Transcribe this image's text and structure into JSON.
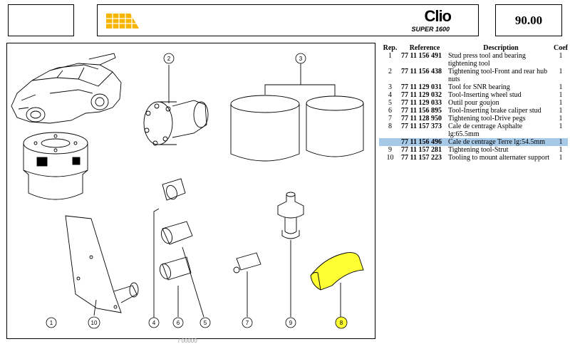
{
  "header": {
    "brand": "Clio",
    "sub": "SUPER 1600",
    "number": "90.00"
  },
  "table": {
    "headers": [
      "Rep.",
      "Reference",
      "Description",
      "Coef"
    ],
    "rows": [
      {
        "rep": "1",
        "ref": "77 11 156 491",
        "desc": "Stud press tool and bearing tightening tool",
        "coef": "1",
        "hl": false
      },
      {
        "rep": "2",
        "ref": "77 11 156 438",
        "desc": "Tightening tool-Front and rear hub nuts",
        "coef": "1",
        "hl": false
      },
      {
        "rep": "3",
        "ref": "77 11 129 031",
        "desc": "Tool for SNR bearing",
        "coef": "1",
        "hl": false
      },
      {
        "rep": "4",
        "ref": "77 11 129 032",
        "desc": "Tool-Inserting wheel stud",
        "coef": "1",
        "hl": false
      },
      {
        "rep": "5",
        "ref": "77 11 129 033",
        "desc": "Outil pour goujon",
        "coef": "1",
        "hl": false
      },
      {
        "rep": "6",
        "ref": "77 11 156 895",
        "desc": "Tool-Inserting brake caliper stud",
        "coef": "1",
        "hl": false
      },
      {
        "rep": "7",
        "ref": "77 11 128 950",
        "desc": "Tightening tool-Drive pegs",
        "coef": "1",
        "hl": false
      },
      {
        "rep": "8",
        "ref": "77 11 157 373",
        "desc": "Cale de centrage Asphalte lg:65.5mm",
        "coef": "1",
        "hl": false
      },
      {
        "rep": "",
        "ref": "77 11 156 496",
        "desc": "Cale de centrage Terre lg:54.5mm",
        "coef": "1",
        "hl": true
      },
      {
        "rep": "9",
        "ref": "77 11 157 281",
        "desc": "Tightening tool-Strut",
        "coef": "1",
        "hl": false
      },
      {
        "rep": "10",
        "ref": "77 11 157 223",
        "desc": "Tooling to mount alternater support",
        "coef": "1",
        "hl": false
      }
    ]
  },
  "callouts": [
    "1",
    "2",
    "3",
    "4",
    "5",
    "6",
    "7",
    "8",
    "9",
    "10"
  ],
  "colors": {
    "highlight_row": "#a6c9e8",
    "highlight_part": "#ffff33",
    "logo": "#f7b500"
  },
  "footer": "/ 00000"
}
